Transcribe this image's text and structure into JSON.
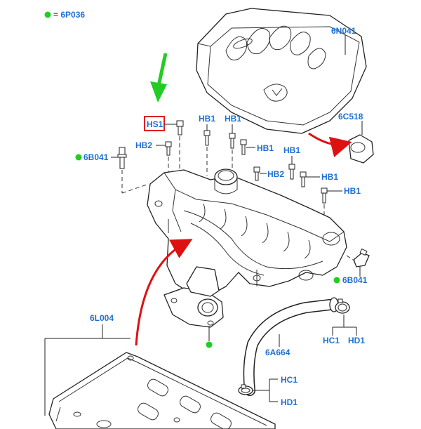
{
  "legend": {
    "marker_color": "#22cc22",
    "text": "= 6P036"
  },
  "colors": {
    "label": "#1f6fd1",
    "highlight_box": "#e02020",
    "arrow_green": "#22cc22",
    "arrow_red": "#dd1111"
  },
  "labels": {
    "cover": "6N041",
    "mount": "6C518",
    "hs1": "HS1",
    "hb1_a": "HB1",
    "hb1_b": "HB1",
    "hb1_c": "HB1",
    "hb1_d": "HB1",
    "hb1_e": "HB1",
    "hb1_f": "HB1",
    "hb2_a": "HB2",
    "hb2_b": "HB2",
    "stud_left": "6B041",
    "stud_right": "6B041",
    "gasket": "6L004",
    "hose": "6A664",
    "hc1_a": "HC1",
    "hd1_a": "HD1",
    "hc1_b": "HC1",
    "hd1_b": "HD1"
  }
}
